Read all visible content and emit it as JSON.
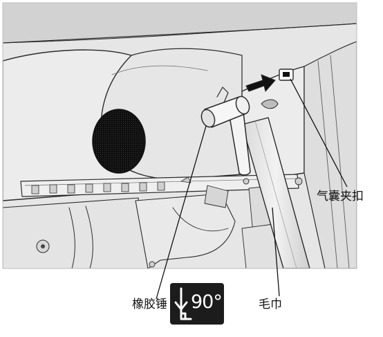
{
  "labels": {
    "airbag_clip": "气囊夹扣",
    "rubber_mallet": "橡胶锤",
    "towel": "毛巾"
  },
  "angle_badge": {
    "text": "90°",
    "icon": "down-arrow-right-angle-icon"
  },
  "colors": {
    "panel_fill": "#e9e9e9",
    "line": "#2a2a2a",
    "badge_bg": "#1c1c1c",
    "speaker": "#151515"
  }
}
